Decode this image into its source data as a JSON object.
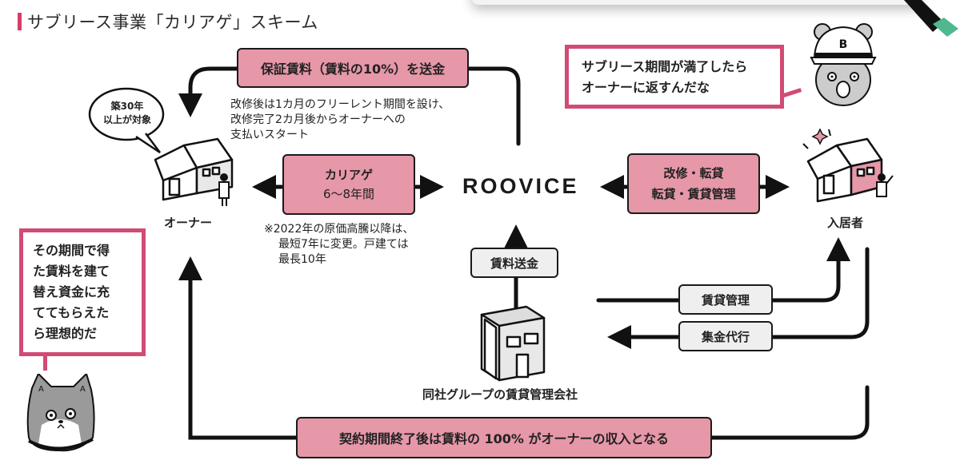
{
  "title": "サブリース事業「カリアゲ」スキーム",
  "colors": {
    "accent_pink": "#d53d6b",
    "box_pink": "#e697a8",
    "box_gray": "#efefef",
    "speech_border": "#d24b74",
    "marker_green": "#4fb88f"
  },
  "boxes": {
    "guarantee": "保証賃料（賃料の10%）を送金",
    "kariage_line1": "カリアゲ",
    "kariage_line2": "6〜8年間",
    "renovation_line1": "改修・転貸",
    "renovation_line2": "転貸・賃貸管理",
    "rent_transfer": "賃料送金",
    "rental_management": "賃貸管理",
    "collection_agency": "集金代行",
    "after_contract": "契約期間終了後は賃料の 100% がオーナーの収入となる"
  },
  "notes": {
    "free_rent": [
      "改修後は1カ月のフリーレント期間を設け、",
      "改修完了2カ月後からオーナーへの",
      "支払いスタート"
    ],
    "cost_increase": [
      "※2022年の原価高騰以降は、",
      "最短7年に変更。戸建ては",
      "最長10年"
    ]
  },
  "entities": {
    "company": "ROOVICE",
    "owner": "オーナー",
    "tenant": "入居者",
    "management_company": "同社グループの賃貸管理会社"
  },
  "bubbles": {
    "owner_bubble": [
      "築30年",
      "以上が対象"
    ],
    "bear_speech": [
      "サブリース期間が満了したら",
      "オーナーに返すんだな"
    ],
    "cat_speech": [
      "その期間で得",
      "た賃料を建て",
      "替え資金に充",
      "ててもらえた",
      "ら理想的だ"
    ]
  },
  "characters": {
    "bear_cap_letter": "B",
    "cat_ear_letter": "A"
  },
  "icons": {
    "owner_house": "house-with-person-icon",
    "tenant_house": "house-with-person-sparkle-icon",
    "building": "office-building-icon",
    "bear": "bear-character-icon",
    "cat": "cat-character-icon"
  }
}
